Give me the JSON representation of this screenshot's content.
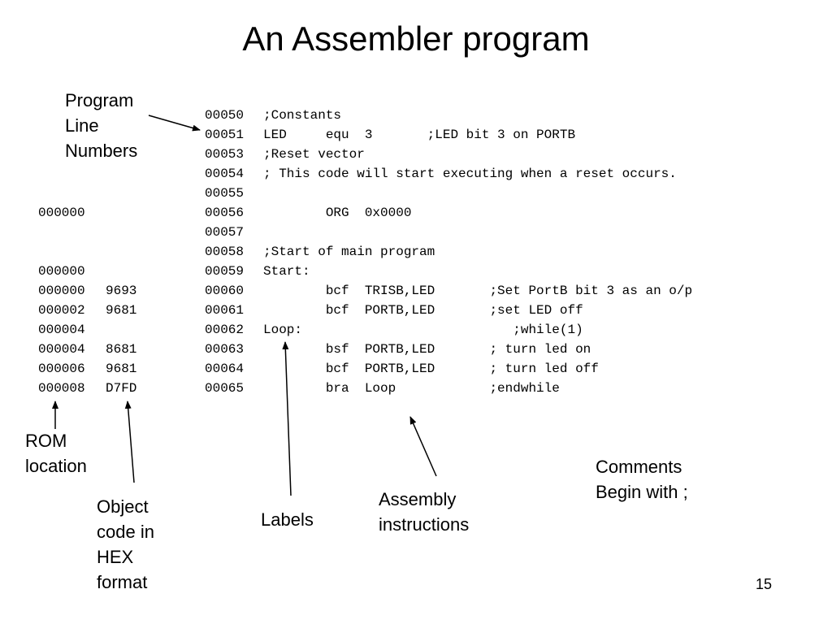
{
  "title": "An Assembler program",
  "listing": {
    "rows": [
      {
        "rom": "",
        "obj": "",
        "line": "00050",
        "src": ";Constants"
      },
      {
        "rom": "",
        "obj": "",
        "line": "00051",
        "src": "LED     equ  3       ;LED bit 3 on PORTB"
      },
      {
        "rom": "",
        "obj": "",
        "line": "00053",
        "src": ";Reset vector"
      },
      {
        "rom": "",
        "obj": "",
        "line": "00054",
        "src": "; This code will start executing when a reset occurs."
      },
      {
        "rom": "",
        "obj": "",
        "line": "00055",
        "src": ""
      },
      {
        "rom": "000000",
        "obj": "",
        "line": "00056",
        "src": "        ORG  0x0000"
      },
      {
        "rom": "",
        "obj": "",
        "line": "00057",
        "src": ""
      },
      {
        "rom": "",
        "obj": "",
        "line": "00058",
        "src": ";Start of main program"
      },
      {
        "rom": "000000",
        "obj": "",
        "line": "00059",
        "src": "Start:"
      },
      {
        "rom": "000000",
        "obj": "9693",
        "line": "00060",
        "src": "        bcf  TRISB,LED       ;Set PortB bit 3 as an o/p"
      },
      {
        "rom": "000002",
        "obj": "9681",
        "line": "00061",
        "src": "        bcf  PORTB,LED       ;set LED off"
      },
      {
        "rom": "000004",
        "obj": "",
        "line": "00062",
        "src": "Loop:                           ;while(1)"
      },
      {
        "rom": "000004",
        "obj": "8681",
        "line": "00063",
        "src": "        bsf  PORTB,LED       ; turn led on"
      },
      {
        "rom": "000006",
        "obj": "9681",
        "line": "00064",
        "src": "        bcf  PORTB,LED       ; turn led off"
      },
      {
        "rom": "000008",
        "obj": "D7FD",
        "line": "00065",
        "src": "        bra  Loop            ;endwhile"
      }
    ]
  },
  "annotations": {
    "program_line_numbers": "Program\nLine\nNumbers",
    "rom_location": "ROM\nlocation",
    "object_code": "Object\ncode in\nHEX\nformat",
    "labels": "Labels",
    "assembly_instructions": "Assembly\ninstructions",
    "comments": "Comments\nBegin with ;"
  },
  "page_number": "15"
}
